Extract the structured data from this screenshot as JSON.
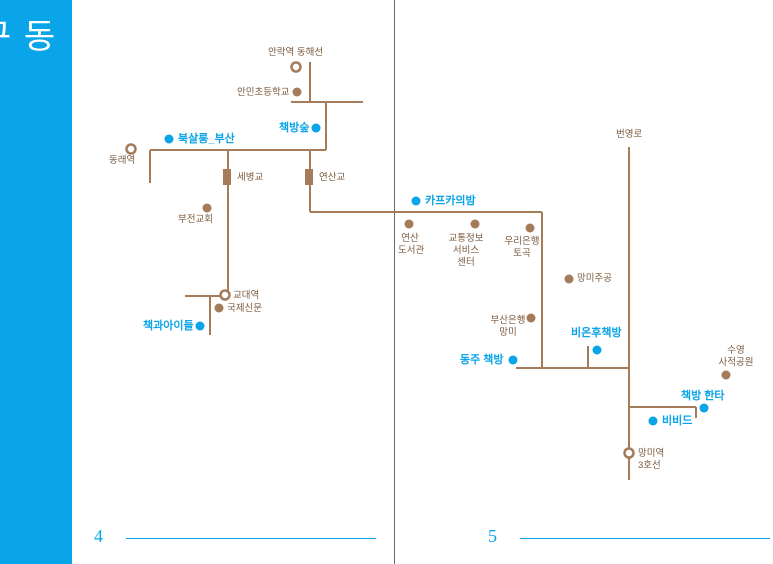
{
  "section_title": "동구",
  "page_left": "4",
  "page_right": "5",
  "colors": {
    "accent": "#0aa4e8",
    "line": "#a57c5a",
    "text": "#7a5a3e",
    "gutter": "#6b6b6b"
  },
  "labels": {
    "anrak_station": "안락역 동해선",
    "anmin_school": "안민초등학교",
    "bookbang_forest": "책방숲",
    "buksallong": "북살롱_부산",
    "dongnae_station": "동래역",
    "sebyeong_bridge": "세병교",
    "yeonsan_bridge": "연산교",
    "bujeon_church": "부전교회",
    "kafka_night": "카프카의밤",
    "yeonsan_library_1": "연산",
    "yeonsan_library_2": "도서관",
    "traffic_1": "교통정보",
    "traffic_2": "서비스",
    "traffic_3": "센터",
    "woori_1": "우리은행",
    "woori_2": "토곡",
    "mangmi_jugong": "망미주공",
    "busan_bank_1": "부산은행",
    "busan_bank_2": "망미",
    "univ_station": "교대역",
    "kookje_news": "국제신문",
    "book_kids": "책과아이들",
    "beonyeong_ro": "번영로",
    "bieunhu": "비온후책방",
    "dongju": "동주 책방",
    "suyeong_1": "수영",
    "suyeong_2": "사적공원",
    "hanta": "책방 한타",
    "vivid": "비비드",
    "mangmi_station_1": "망미역",
    "mangmi_station_2": "3호선"
  }
}
